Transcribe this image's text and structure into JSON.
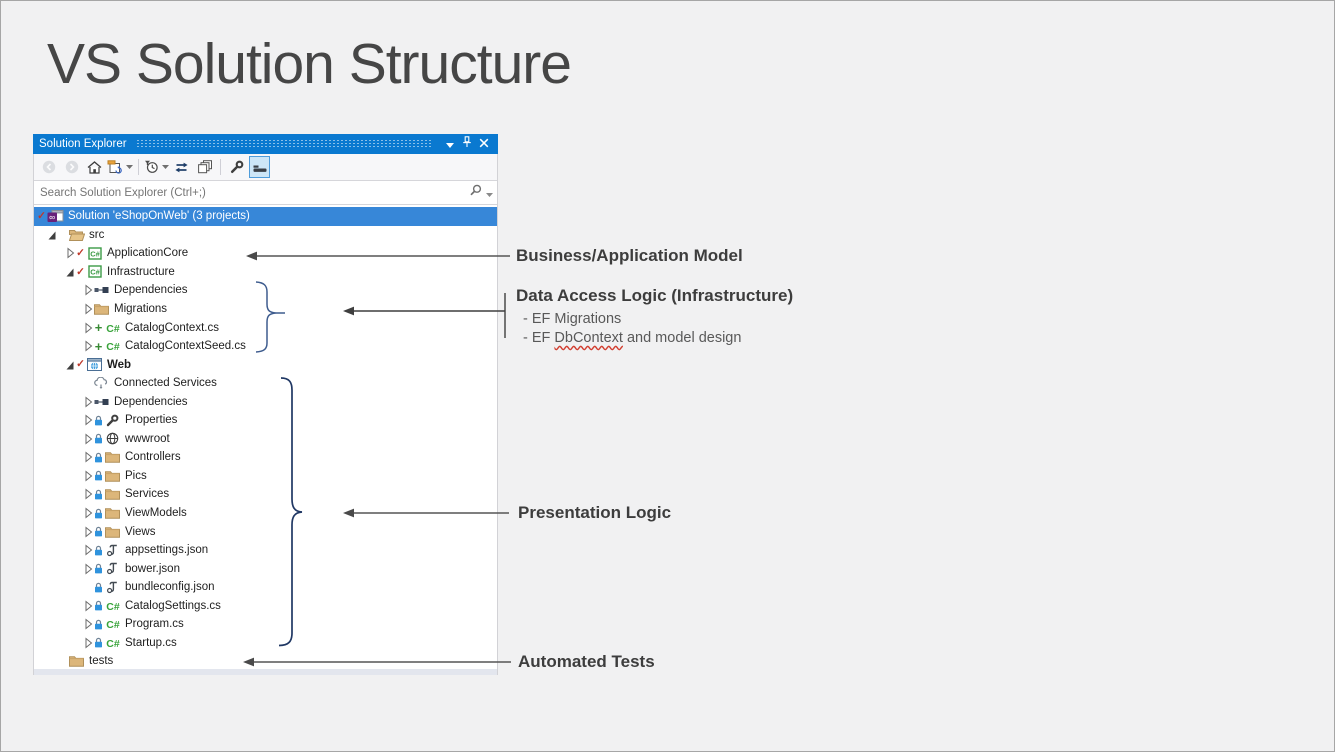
{
  "slide": {
    "title": "VS Solution Structure"
  },
  "panel": {
    "title": "Solution Explorer",
    "titlebar_icons": [
      "chevron-down",
      "pin",
      "close"
    ],
    "toolbar": {
      "items": [
        {
          "name": "back",
          "disabled": true
        },
        {
          "name": "forward",
          "disabled": true
        },
        {
          "name": "home"
        },
        {
          "name": "switch-views",
          "caret": true
        },
        {
          "name": "separator"
        },
        {
          "name": "pending-changes-filter",
          "caret": true
        },
        {
          "name": "sync-with-active-document"
        },
        {
          "name": "show-all-files"
        },
        {
          "name": "separator"
        },
        {
          "name": "properties"
        },
        {
          "name": "preview-selected-items",
          "active": true
        }
      ]
    },
    "search": {
      "placeholder": "Search Solution Explorer (Ctrl+;)"
    },
    "tree": {
      "rows": [
        {
          "label": "Solution 'eShopOnWeb' (3 projects)",
          "level": 0,
          "expander": "none",
          "scc": "check",
          "icon": "solution",
          "selected": true
        },
        {
          "label": "src",
          "level": 1,
          "expander": "open",
          "scc": "none",
          "icon": "folder-open"
        },
        {
          "label": "ApplicationCore",
          "level": 2,
          "expander": "closed",
          "scc": "check",
          "icon": "csproj"
        },
        {
          "label": "Infrastructure",
          "level": 2,
          "expander": "open",
          "scc": "check",
          "icon": "csproj"
        },
        {
          "label": "Dependencies",
          "level": 3,
          "expander": "closed",
          "scc": "none",
          "icon": "deps"
        },
        {
          "label": "Migrations",
          "level": 3,
          "expander": "closed",
          "scc": "none",
          "icon": "folder"
        },
        {
          "label": "CatalogContext.cs",
          "level": 3,
          "expander": "closed",
          "scc": "plus",
          "icon": "cs"
        },
        {
          "label": "CatalogContextSeed.cs",
          "level": 3,
          "expander": "closed",
          "scc": "plus",
          "icon": "cs"
        },
        {
          "label": "Web",
          "level": 2,
          "expander": "open",
          "scc": "check",
          "icon": "webproj",
          "bold": true
        },
        {
          "label": "Connected Services",
          "level": 3,
          "expander": "none",
          "scc": "none",
          "icon": "connsvc"
        },
        {
          "label": "Dependencies",
          "level": 3,
          "expander": "closed",
          "scc": "none",
          "icon": "deps"
        },
        {
          "label": "Properties",
          "level": 3,
          "expander": "closed",
          "scc": "lock",
          "icon": "wrench"
        },
        {
          "label": "wwwroot",
          "level": 3,
          "expander": "closed",
          "scc": "lock",
          "icon": "globe"
        },
        {
          "label": "Controllers",
          "level": 3,
          "expander": "closed",
          "scc": "lock",
          "icon": "folder"
        },
        {
          "label": "Pics",
          "level": 3,
          "expander": "closed",
          "scc": "lock",
          "icon": "folder"
        },
        {
          "label": "Services",
          "level": 3,
          "expander": "closed",
          "scc": "lock",
          "icon": "folder"
        },
        {
          "label": "ViewModels",
          "level": 3,
          "expander": "closed",
          "scc": "lock",
          "icon": "folder"
        },
        {
          "label": "Views",
          "level": 3,
          "expander": "closed",
          "scc": "lock",
          "icon": "folder"
        },
        {
          "label": "appsettings.json",
          "level": 3,
          "expander": "closed",
          "scc": "lock",
          "icon": "json"
        },
        {
          "label": "bower.json",
          "level": 3,
          "expander": "closed",
          "scc": "lock",
          "icon": "json"
        },
        {
          "label": "bundleconfig.json",
          "level": 3,
          "expander": "none",
          "scc": "lock",
          "icon": "json"
        },
        {
          "label": "CatalogSettings.cs",
          "level": 3,
          "expander": "closed",
          "scc": "lock",
          "icon": "cs"
        },
        {
          "label": "Program.cs",
          "level": 3,
          "expander": "closed",
          "scc": "lock",
          "icon": "cs"
        },
        {
          "label": "Startup.cs",
          "level": 3,
          "expander": "closed",
          "scc": "lock",
          "icon": "cs"
        },
        {
          "label": "tests",
          "level": 1,
          "expander": "none",
          "scc": "none",
          "icon": "folder"
        }
      ]
    }
  },
  "annotations": {
    "business": {
      "label": "Business/Application Model"
    },
    "data_access": {
      "label": "Data Access Logic (Infrastructure)",
      "bullet1": "- EF Migrations",
      "bullet2_prefix": "- EF ",
      "bullet2_word": "DbContext",
      "bullet2_suffix": " and model design"
    },
    "presentation": {
      "label": "Presentation Logic"
    },
    "tests": {
      "label": "Automated Tests"
    }
  },
  "colors": {
    "titlebar_blue": "#0a79d0",
    "selection_blue": "#3787d8",
    "brace_navy": "#203864",
    "brace_blue": "#3e5c8e",
    "arrow_gray": "#4d4d4d",
    "folder_tan": "#dcb67a",
    "csharp_green": "#3c9b46",
    "lock_blue": "#2f93dd",
    "scc_check_red": "#c0392b",
    "scc_add_green": "#388a34",
    "squiggle_red": "#d23f31"
  }
}
